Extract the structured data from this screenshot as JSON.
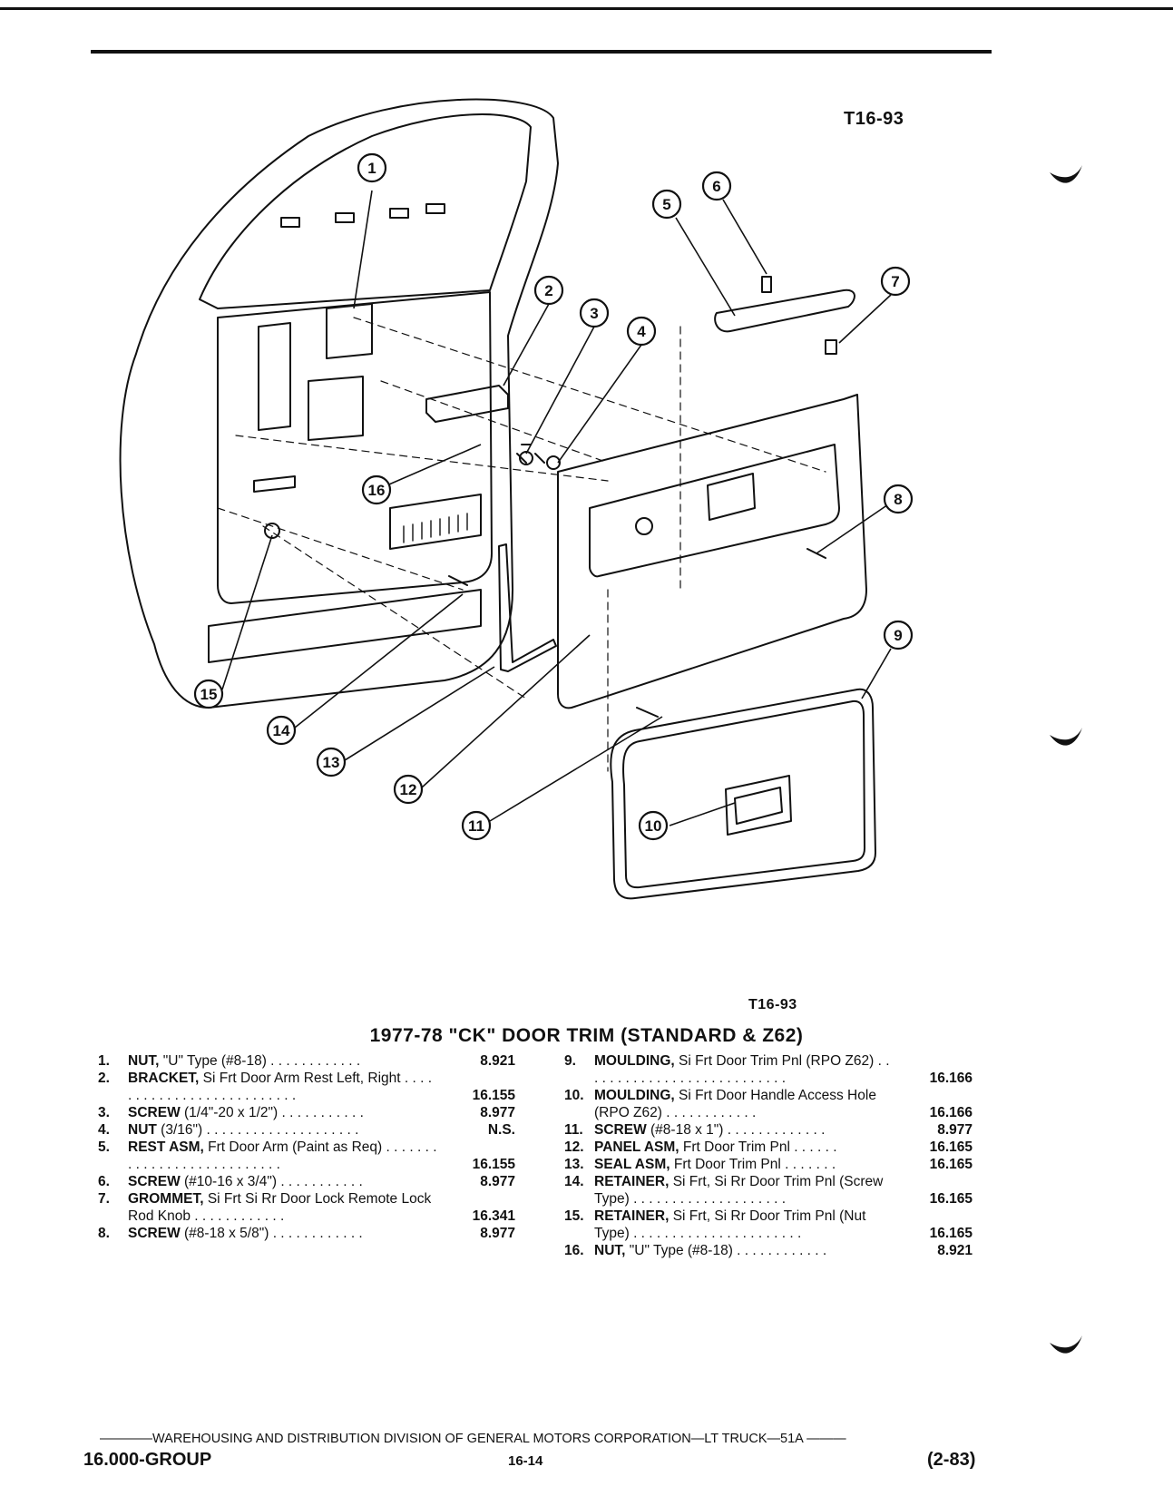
{
  "figure_code_top": "T16-93",
  "figure_code_bottom": "T16-93",
  "title": "1977-78 \"CK\" DOOR TRIM (STANDARD & Z62)",
  "callouts": [
    "1",
    "2",
    "3",
    "4",
    "5",
    "6",
    "7",
    "8",
    "9",
    "10",
    "11",
    "12",
    "13",
    "14",
    "15",
    "16"
  ],
  "parts_left": [
    {
      "num": "1.",
      "name": "NUT,",
      "desc": " \"U\" Type (#8-18) . . . . . . . . . . . .",
      "ref": "8.921"
    },
    {
      "num": "2.",
      "name": "BRACKET,",
      "desc": " Si Frt Door Arm Rest Left, Right . . . . . . . . . . . . . . . . . . . . . . . . . .",
      "ref": "16.155"
    },
    {
      "num": "3.",
      "name": "SCREW",
      "desc": " (1/4\"-20 x 1/2\") . . . . . . . . . . .",
      "ref": "8.977"
    },
    {
      "num": "4.",
      "name": "NUT",
      "desc": " (3/16\") . . . . . . . . . . . . . . . . . . . .",
      "ref": "N.S."
    },
    {
      "num": "5.",
      "name": "REST ASM,",
      "desc": " Frt Door Arm (Paint as Req) . . . . . . . . . . . . . . . . . . . . . . . . . . .",
      "ref": "16.155"
    },
    {
      "num": "6.",
      "name": "SCREW",
      "desc": " (#10-16 x 3/4\") . . . . . . . . . . .",
      "ref": "8.977"
    },
    {
      "num": "7.",
      "name": "GROMMET,",
      "desc": " Si Frt Si Rr Door Lock Remote Lock Rod Knob . . . . . . . . . . . .",
      "ref": "16.341"
    },
    {
      "num": "8.",
      "name": "SCREW",
      "desc": " (#8-18 x 5/8\") . . . . . . . . . . . .",
      "ref": "8.977"
    }
  ],
  "parts_right": [
    {
      "num": "9.",
      "name": "MOULDING,",
      "desc": " Si Frt Door Trim Pnl (RPO Z62) . . . . . . . . . . . . . . . . . . . . . . . . . . .",
      "ref": "16.166"
    },
    {
      "num": "10.",
      "name": "MOULDING,",
      "desc": " Si Frt Door Handle Access Hole (RPO Z62) . . . . . . . . . . . .",
      "ref": "16.166"
    },
    {
      "num": "11.",
      "name": "SCREW",
      "desc": " (#8-18 x 1\") . . . . . . . . . . . . .",
      "ref": "8.977"
    },
    {
      "num": "12.",
      "name": "PANEL ASM,",
      "desc": " Frt Door Trim Pnl . . . . . .",
      "ref": "16.165"
    },
    {
      "num": "13.",
      "name": "SEAL ASM,",
      "desc": " Frt Door Trim Pnl . . . . . . .",
      "ref": "16.165"
    },
    {
      "num": "14.",
      "name": "RETAINER,",
      "desc": " Si Frt, Si Rr Door Trim Pnl (Screw Type) . . . . . . . . . . . . . . . . . . . .",
      "ref": "16.165"
    },
    {
      "num": "15.",
      "name": "RETAINER,",
      "desc": " Si Frt, Si Rr Door Trim Pnl (Nut Type) . . . . . . . . . . . . . . . . . . . . . .",
      "ref": "16.165"
    },
    {
      "num": "16.",
      "name": "NUT,",
      "desc": " \"U\" Type (#8-18) . . . . . . . . . . . .",
      "ref": "8.921"
    }
  ],
  "footer": {
    "division_line": "————WAREHOUSING AND DISTRIBUTION DIVISION OF GENERAL MOTORS CORPORATION—LT TRUCK—51A ———",
    "group": "16.000-GROUP",
    "page": "16-14",
    "date": "(2-83)"
  }
}
